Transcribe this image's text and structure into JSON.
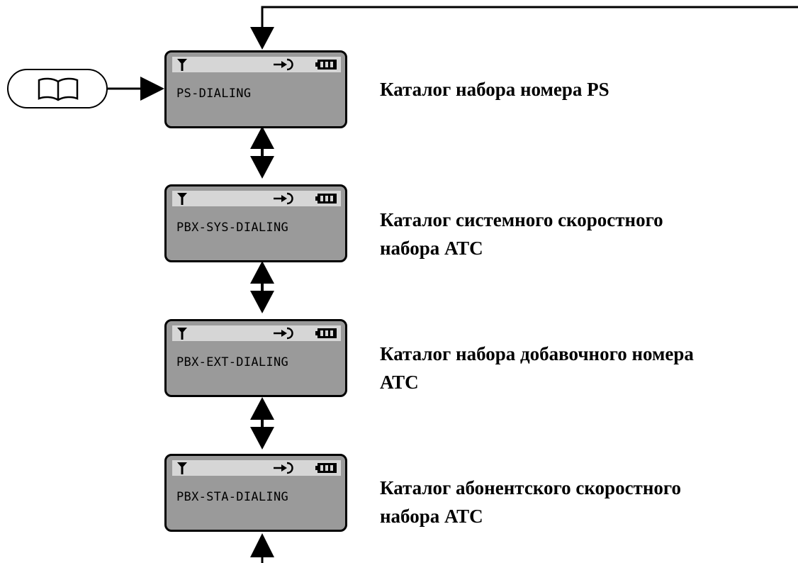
{
  "screens": [
    {
      "text": "PS-DIALING",
      "description": [
        "Каталог набора номера PS"
      ]
    },
    {
      "text": "PBX-SYS-DIALING",
      "description": [
        "Каталог системного скоростного",
        "набора АТС"
      ]
    },
    {
      "text": "PBX-EXT-DIALING",
      "description": [
        "Каталог набора добавочного номера",
        "АТС"
      ]
    },
    {
      "text": "PBX-STA-DIALING",
      "description": [
        "Каталог абонентского скоростного",
        "набора АТС"
      ]
    }
  ],
  "icons": {
    "status_left": "antenna-icon",
    "status_middle": "arrow-in-icon",
    "status_right": "battery-icon",
    "button": "book-icon"
  },
  "colors": {
    "lcd_body": "#9a9a9a",
    "lcd_status_bar": "#d6d6d6",
    "line": "#000000"
  }
}
